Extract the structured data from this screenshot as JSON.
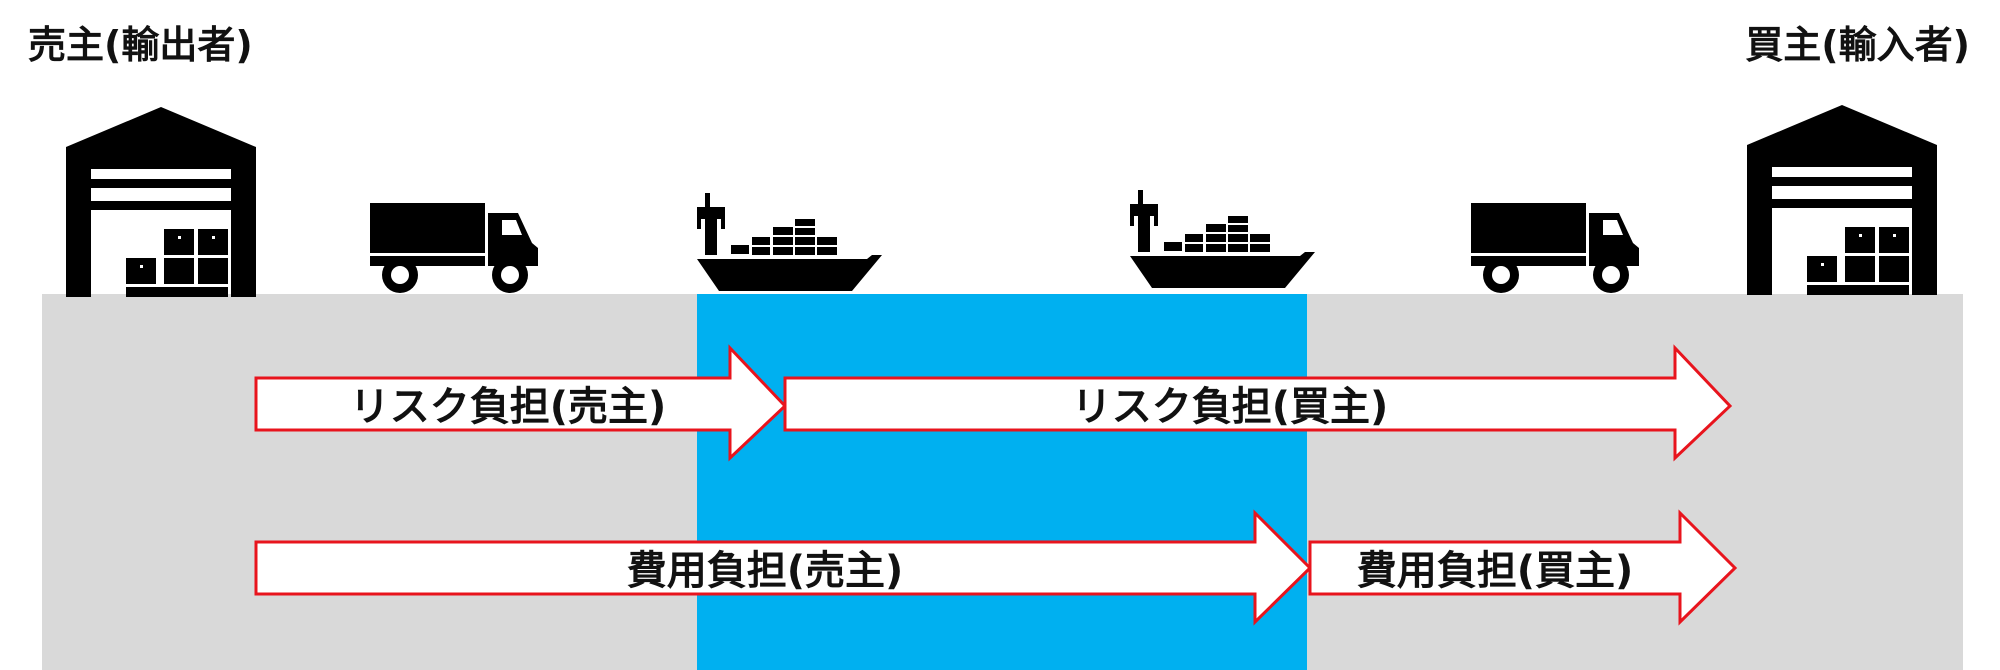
{
  "parties": {
    "seller": "売主(輸出者)",
    "buyer": "買主(輸入者)"
  },
  "arrows": {
    "risk_seller": "リスク負担(売主)",
    "risk_buyer": "リスク負担(買主)",
    "cost_seller": "費用負担(売主)",
    "cost_buyer": "費用負担(買主)"
  },
  "icons": {
    "seller_warehouse": "warehouse-icon",
    "seller_truck": "truck-icon",
    "seller_ship": "ship-icon",
    "buyer_ship": "ship-icon",
    "buyer_truck": "truck-icon",
    "buyer_warehouse": "warehouse-icon"
  },
  "colors": {
    "land": "#d9d9d9",
    "sea": "#00b0f0",
    "arrow_border": "#e8141d",
    "arrow_fill": "#ffffff",
    "icon": "#000000"
  }
}
